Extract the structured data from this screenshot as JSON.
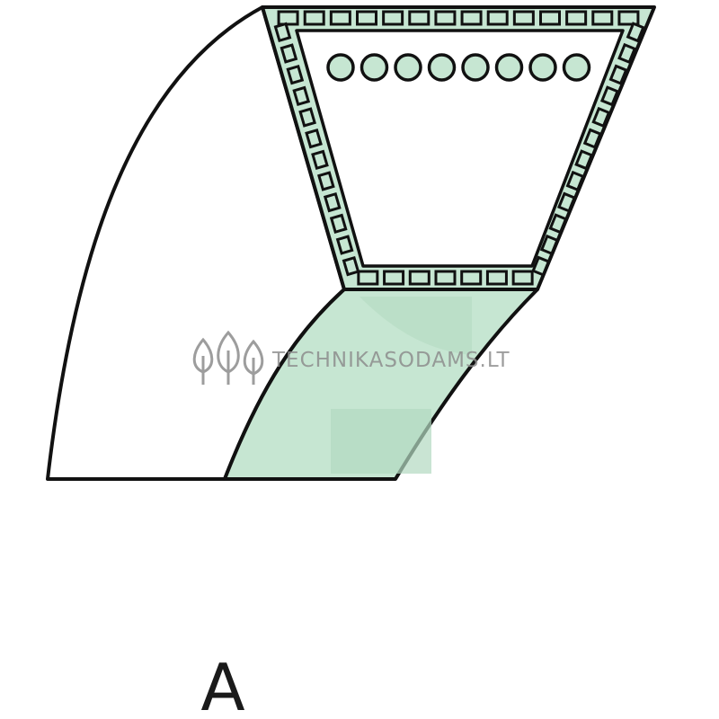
{
  "figure": {
    "profile_label": "A",
    "watermark_text": "TECHNIKASODAMS.LT",
    "watermark_icon": "trees-icon",
    "cord_count": 8,
    "colors": {
      "outline": "#111111",
      "belt_fill": "#c6e6d2",
      "belt_shade": "#b2d8c0",
      "background": "#ffffff",
      "watermark": "#8d8d8d"
    }
  }
}
